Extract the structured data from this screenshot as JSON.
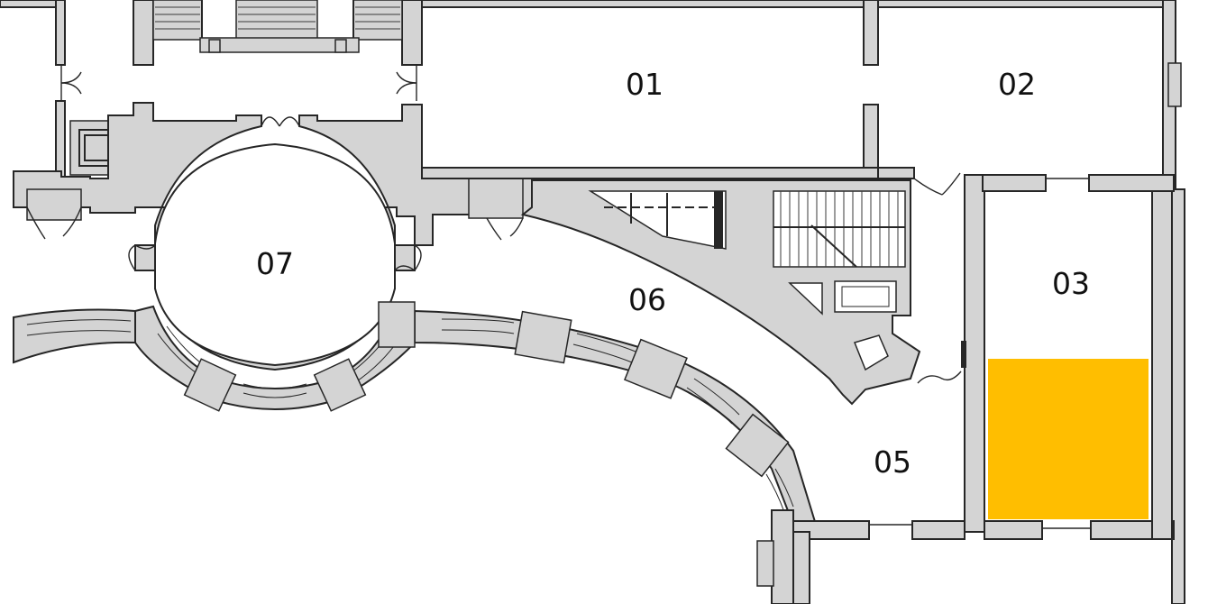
{
  "rooms": {
    "r01": "01",
    "r02": "02",
    "r03": "03",
    "r05": "05",
    "r06": "06",
    "r07": "07"
  },
  "colors": {
    "highlight": "#FFBE00",
    "wall_fill": "#D4D4D4",
    "wall_line": "#262626",
    "background": "#FFFFFF"
  }
}
